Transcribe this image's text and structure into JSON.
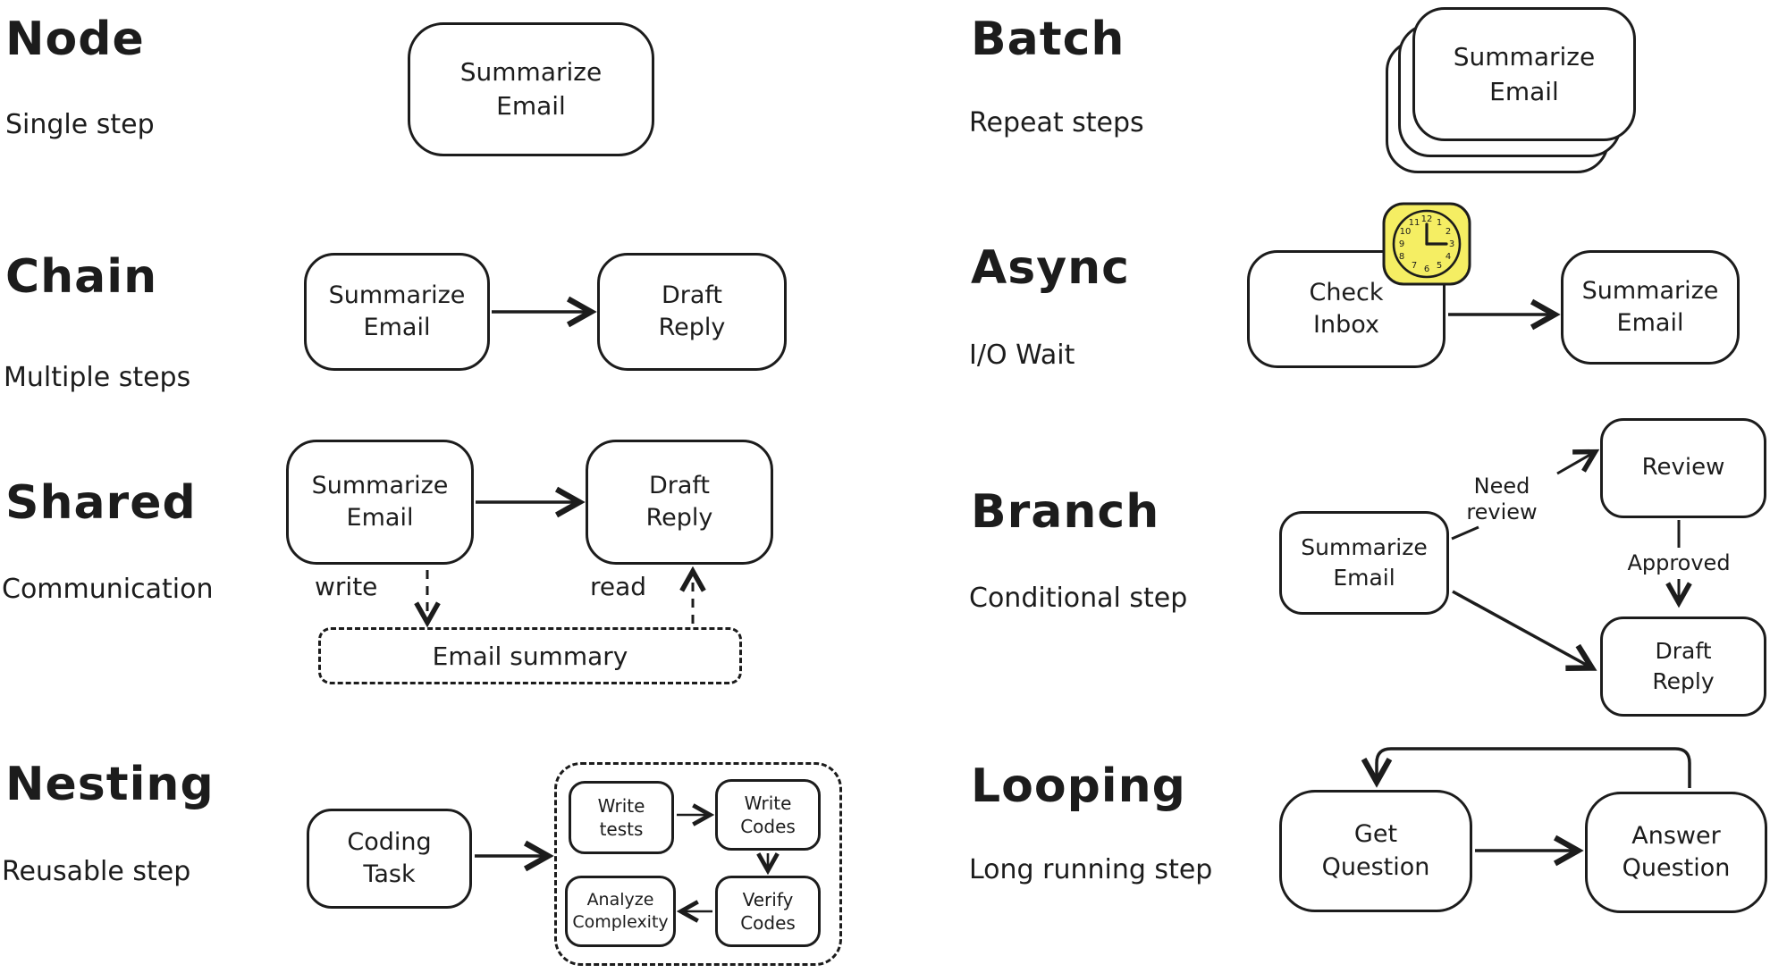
{
  "colors": {
    "ink": "#1c1c1c",
    "background": "#ffffff",
    "clock_fill": "#f5ee63"
  },
  "diagram": {
    "node": {
      "title": "Node",
      "subtitle": "Single step",
      "box": "Summarize\nEmail"
    },
    "chain": {
      "title": "Chain",
      "subtitle": "Multiple steps",
      "box1": "Summarize\nEmail",
      "box2": "Draft\nReply"
    },
    "shared": {
      "title": "Shared",
      "subtitle": "Communication",
      "box1": "Summarize\nEmail",
      "box2": "Draft\nReply",
      "write_label": "write",
      "read_label": "read",
      "store": "Email summary"
    },
    "nesting": {
      "title": "Nesting",
      "subtitle": "Reusable step",
      "box": "Coding\nTask",
      "cluster": {
        "box1": "Write\ntests",
        "box2": "Write\nCodes",
        "box3": "Verify\nCodes",
        "box4": "Analyze\nComplexity"
      }
    },
    "batch": {
      "title": "Batch",
      "subtitle": "Repeat steps",
      "box": "Summarize\nEmail"
    },
    "async": {
      "title": "Async",
      "subtitle": "I/O Wait",
      "box1": "Check\nInbox",
      "box2": "Summarize\nEmail",
      "clock": {
        "numerals": [
          "12",
          "1",
          "2",
          "3",
          "4",
          "5",
          "6",
          "7",
          "8",
          "9",
          "10",
          "11"
        ]
      }
    },
    "branch": {
      "title": "Branch",
      "subtitle": "Conditional step",
      "box1": "Summarize\nEmail",
      "box2": "Review",
      "box3": "Draft\nReply",
      "label_need_review": "Need\nreview",
      "label_approved": "Approved"
    },
    "looping": {
      "title": "Looping",
      "subtitle": "Long running step",
      "box1": "Get\nQuestion",
      "box2": "Answer\nQuestion"
    }
  }
}
